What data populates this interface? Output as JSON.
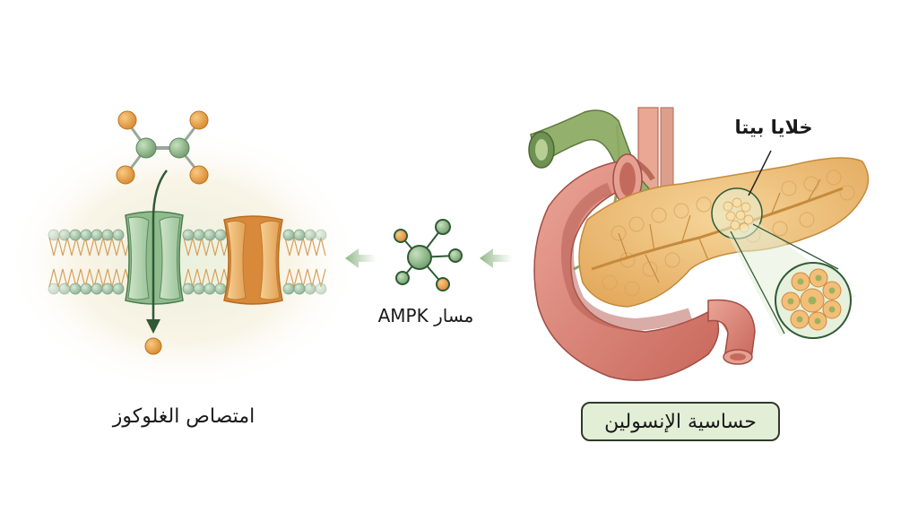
{
  "diagram": {
    "left_panel": {
      "caption": "امتصاص الغلوكوز",
      "elements": [
        "glucose-molecule",
        "cell-membrane",
        "green-transporter-channel",
        "orange-transporter-channel",
        "uptake-arrow",
        "glucose-particle"
      ]
    },
    "middle_panel": {
      "caption": "مسار AMPK",
      "elements": [
        "ampk-molecule-node",
        "left-arrow-out",
        "left-arrow-in"
      ]
    },
    "right_panel": {
      "caption": "حساسية الإنسولين",
      "callout_label": "خلايا بيتا",
      "elements": [
        "pancreas",
        "duodenum",
        "bile-duct",
        "gallbladder-duct",
        "blood-vessels",
        "islet-highlight",
        "magnified-islet"
      ]
    },
    "colors": {
      "green_dark": "#2f5a35",
      "green_mid": "#8fbf8a",
      "green_light": "#cfe3c7",
      "orange": "#e7a24a",
      "orange_light": "#f3c98a",
      "pancreas": "#efc27a",
      "intestine": "#d9857a",
      "badge_bg": "#e3eed7"
    }
  }
}
